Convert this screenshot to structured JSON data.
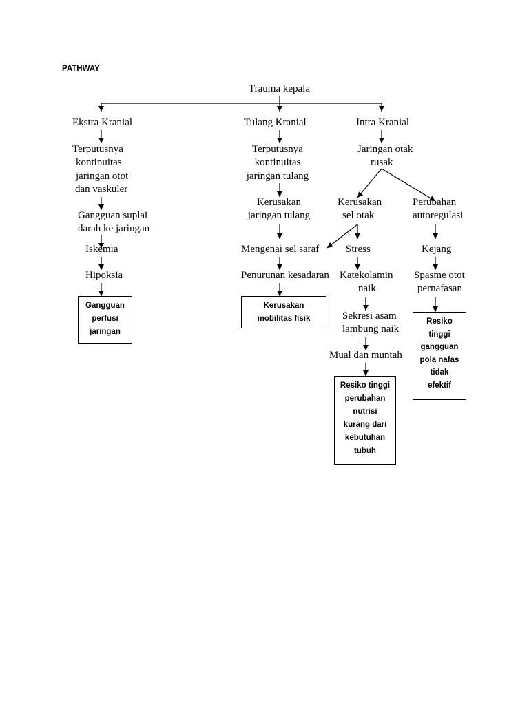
{
  "title": "PATHWAY",
  "nodes": {
    "trauma_kepala": [
      "Trauma kepala"
    ],
    "ekstra_kranial": [
      "Ekstra Kranial"
    ],
    "terputusnya_otot": [
      "Terputusnya",
      "kontinuitas",
      "jaringan otot",
      "dan vaskuler"
    ],
    "gangguan_suplai": [
      "Gangguan suplai",
      "darah ke jaringan"
    ],
    "iskemia": [
      "Iskemia"
    ],
    "hipoksia": [
      "Hipoksia"
    ],
    "tulang_kranial": [
      "Tulang Kranial"
    ],
    "terputusnya_tulang": [
      "Terputusnya",
      "kontinuitas",
      "jaringan tulang"
    ],
    "kerusakan_jaringan_tulang": [
      "Kerusakan",
      "jaringan tulang"
    ],
    "mengenai_sel_saraf": [
      "Mengenai sel saraf"
    ],
    "penurunan_kesadaran": [
      "Penurunan kesadaran"
    ],
    "intra_kranial": [
      "Intra Kranial"
    ],
    "jaringan_otak_rusak": [
      "Jaringan otak",
      "rusak"
    ],
    "kerusakan_sel_otak": [
      "Kerusakan",
      "sel otak"
    ],
    "perubahan_autoregulasi": [
      "Perubahan",
      "autoregulasi"
    ],
    "stress": [
      "Stress"
    ],
    "katekolamin_naik": [
      "Katekolamin",
      "naik"
    ],
    "sekresi_asam": [
      "Sekresi asam",
      "lambung naik"
    ],
    "mual_muntah": [
      "Mual dan muntah"
    ],
    "kejang": [
      "Kejang"
    ],
    "spasme_otot": [
      "Spasme otot",
      "pernafasan"
    ]
  },
  "diagnoses": {
    "gangguan_perfusi": [
      "Gangguan",
      "perfusi",
      "jaringan"
    ],
    "kerusakan_mobilitas": [
      "Kerusakan",
      "mobilitas fisik"
    ],
    "resiko_nutrisi": [
      "Resiko tinggi",
      "perubahan",
      "nutrisi",
      "kurang dari",
      "kebutuhan",
      "tubuh"
    ],
    "resiko_pola_nafas": [
      "Resiko",
      "tinggi",
      "gangguan",
      "pola nafas",
      "tidak",
      "efektif"
    ]
  },
  "colors": {
    "ink": "#000000",
    "page": "#ffffff"
  }
}
